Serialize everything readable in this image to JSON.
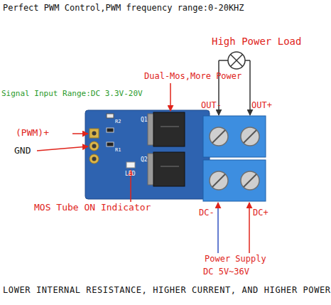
{
  "diagram": {
    "title": "Perfect PWM Control,PWM frequency range:0-20KHZ",
    "caption": "LOWER INTERNAL RESISTANCE, HIGHER CURRENT, AND HIGHER POWER",
    "labels": [
      "High Power Load",
      "Dual-Mos,More Power",
      "Signal Input Range:DC 3.3V-20V",
      "OUT-",
      "OUT+",
      "(PWM)+",
      "GND",
      "MOS Tube ON Indicator",
      "DC-",
      "DC+",
      "Power Supply",
      "DC 5V~36V",
      "LED",
      "Q1",
      "Q2",
      "R1",
      "R2"
    ]
  }
}
